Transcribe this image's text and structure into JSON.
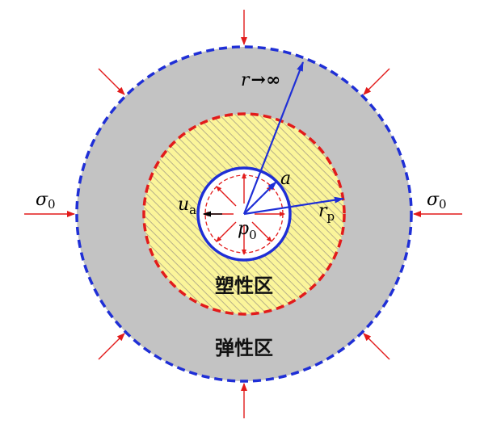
{
  "labels": {
    "r": "r",
    "arrow_to": "→∞",
    "a": "a",
    "r_p": "r",
    "r_p_sub": "p",
    "u_a": "u",
    "u_a_sub": "a",
    "p0": "p",
    "p0_sub": "0",
    "sigma_left": "σ",
    "sigma_left_sub": "0",
    "sigma_right": "σ",
    "sigma_right_sub": "0",
    "plastic_zone": "塑性区",
    "elastic_zone": "弹性区"
  },
  "colors": {
    "elastic_fill": "#c3c3c3",
    "plastic_fill": "#fbf59a",
    "hatch": "#b9b48a",
    "outer_boundary": "#1f2fd6",
    "plastic_boundary": "#e21b1b",
    "cavity_boundary": "#1f2fd6",
    "load_arrow": "#e21b1b",
    "radius_arrow": "#1f2fd6"
  }
}
